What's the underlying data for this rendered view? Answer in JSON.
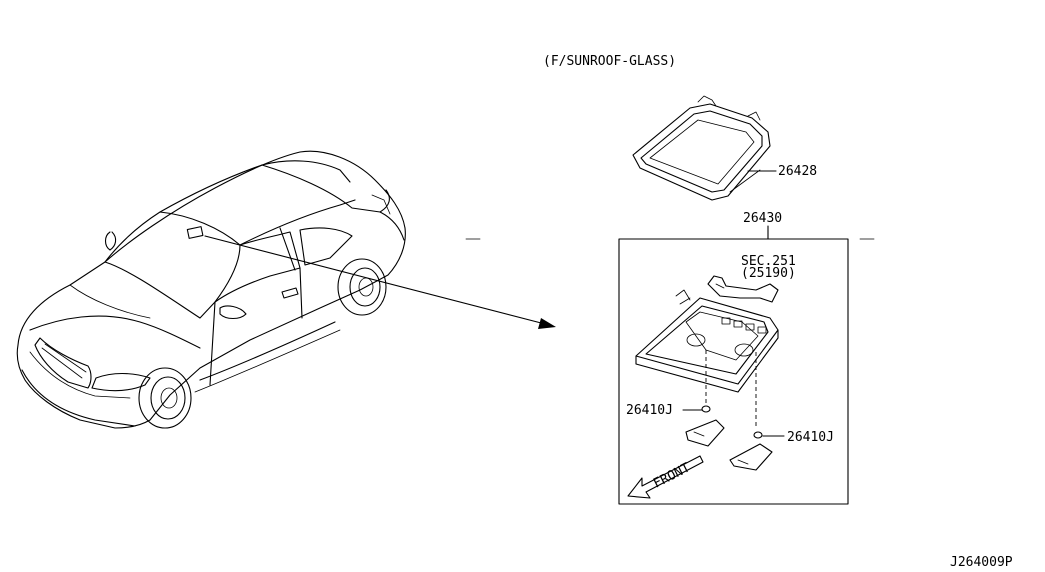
{
  "diagram": {
    "variant_note": "(F/SUNROOF-GLASS)",
    "parts": {
      "sunroof_finisher": "26428",
      "map_lamp_assembly": "26430",
      "section_ref_line1": "SEC.251",
      "section_ref_line2": "(25190)",
      "bulb_left": "26410J",
      "bulb_right": "26410J"
    },
    "direction_label": "FRONT",
    "diagram_code": "J264009P"
  }
}
